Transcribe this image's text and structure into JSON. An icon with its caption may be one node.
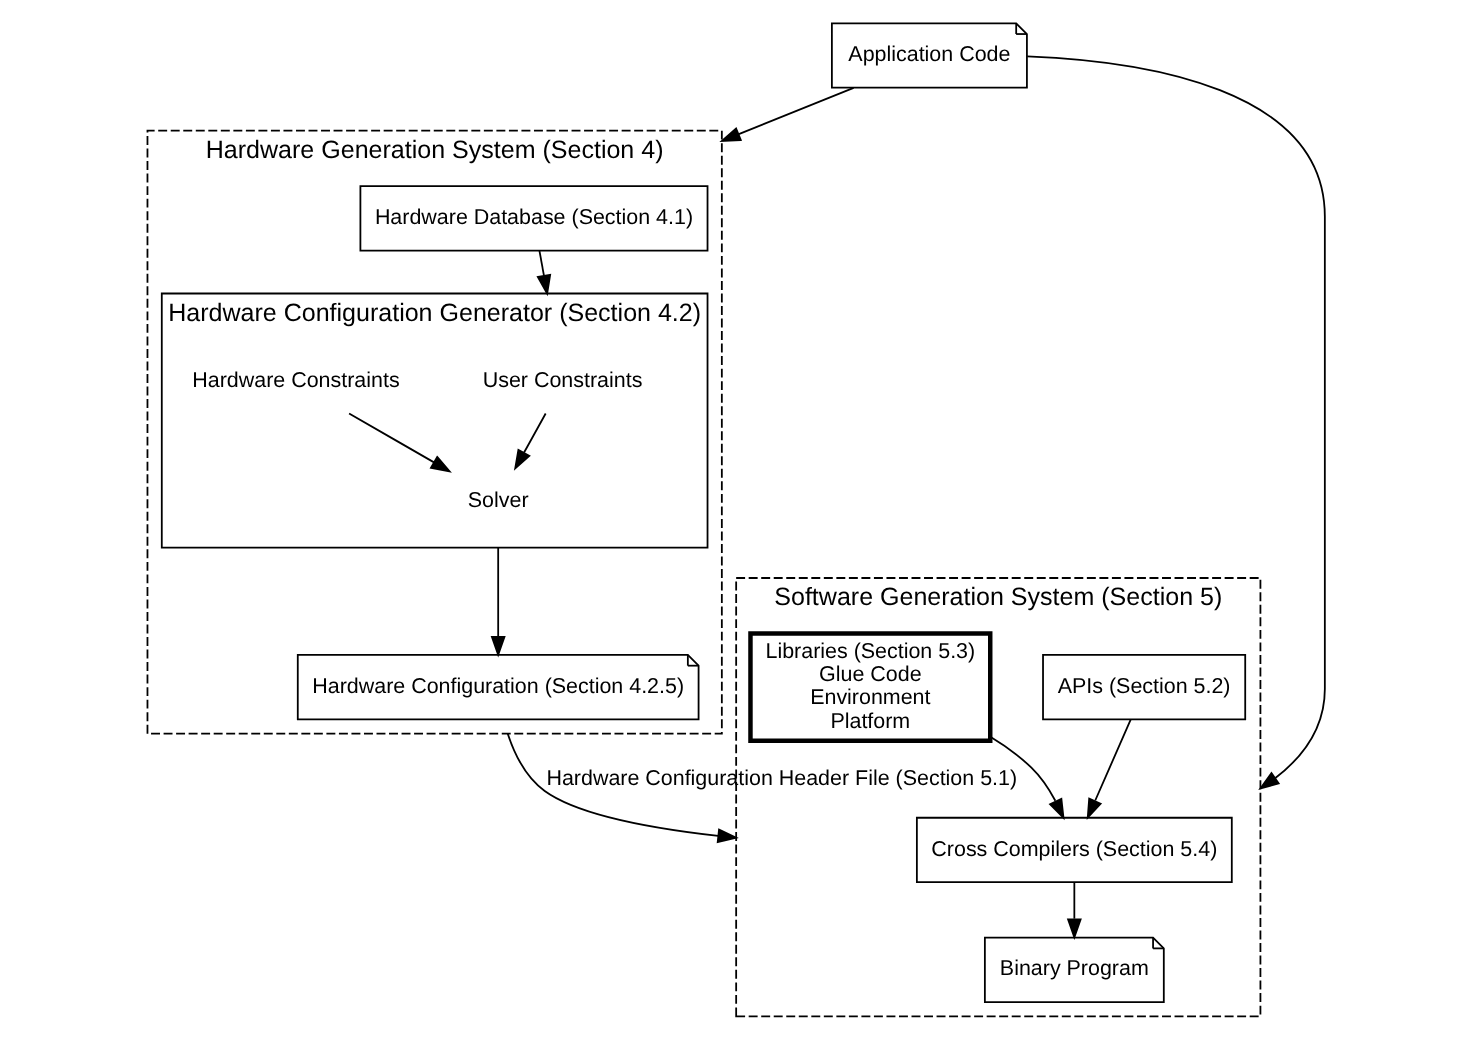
{
  "diagram": {
    "nodes": [
      {
        "text": [
          "Application Code"
        ]
      },
      {
        "text": [
          "Hardware Generation System (Section 4)"
        ]
      },
      {
        "text": [
          "Hardware Database (Section 4.1)"
        ],
        "in": 1
      },
      {
        "text": [
          "Hardware Configuration Generator (Section 4.2)"
        ],
        "in": 1
      },
      {
        "text": [
          "User Constraints"
        ],
        "in": 3
      },
      {
        "text": [
          "Hardware Constraints"
        ],
        "in": 3
      },
      {
        "text": [
          "Solver"
        ],
        "in": 3
      },
      {
        "text": [
          "Hardware Configuration (Section 4.2.5)"
        ],
        "in": 1
      },
      {
        "text": [
          "Software Generation System (Section 5)"
        ]
      },
      {
        "text": [
          "Cross Compilers (Section 5.4)"
        ],
        "in": 8
      },
      {
        "text": [
          "APIs (Section 5.2)"
        ],
        "in": 8
      },
      {
        "text": [
          "Libraries (Section 5.3)",
          "Glue Code",
          "Environment",
          "Platform"
        ],
        "in": 8
      },
      {
        "text": [
          "Binary Program"
        ],
        "in": 8
      }
    ],
    "edges": [
      {
        "from": 0,
        "to": 1,
        "arrow": "to"
      },
      {
        "from": 0,
        "to": 8,
        "arrow": "to"
      },
      {
        "from": 2,
        "to": 3,
        "arrow": "to"
      },
      {
        "from": 4,
        "to": 6,
        "arrow": "to"
      },
      {
        "from": 5,
        "to": 6,
        "arrow": "to"
      },
      {
        "from": 3,
        "to": 7,
        "arrow": "to"
      },
      {
        "from": 1,
        "to": 8,
        "arrow": "to",
        "label": "Hardware Configuration Header File (Section 5.1)"
      },
      {
        "from": 10,
        "to": 9,
        "arrow": "to"
      },
      {
        "from": 11,
        "to": 9,
        "arrow": "to"
      },
      {
        "from": 9,
        "to": 12,
        "arrow": "to"
      }
    ]
  }
}
